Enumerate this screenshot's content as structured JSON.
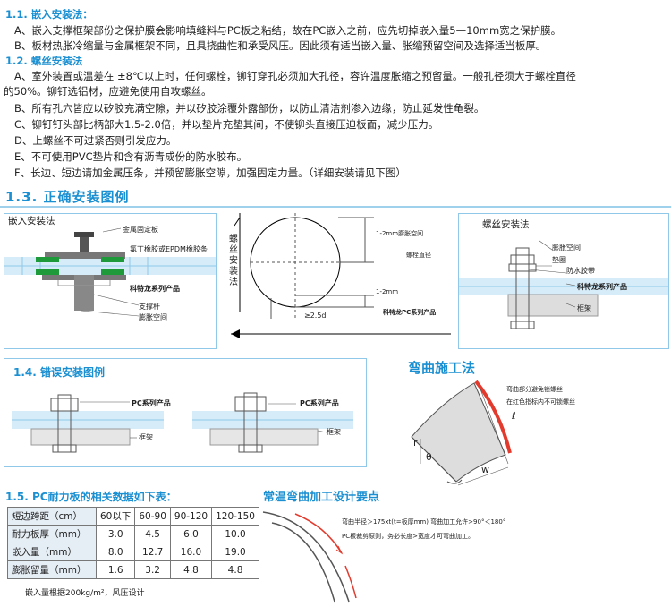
{
  "section1": {
    "heading1": "1.1. 嵌入安装法：",
    "lines1": [
      "A、嵌入支撑框架部份之保护膜会影响填缝料与PC板之粘结，故在PC嵌入之前，应先切掉嵌入量5—10mm宽之保护膜。",
      "B、板材热胀冷缩量与金属框架不同，且具挠曲性和承受风压。因此须有适当嵌入量、胀缩预留空间及选择适当板厚。"
    ],
    "heading2": "1.2. 螺丝安装法",
    "lines2": [
      "A、室外装置或温差在 ±8℃以上时，任何螺栓，铆钉穿孔必须加大孔径，容许温度胀缩之预留量。一般孔径须大于螺栓直径",
      "的50%。铆钉选铝材，应避免使用自攻螺丝。",
      "B、所有孔穴皆应以矽胶充满空隙，并以矽胶涂覆外露部份，以防止清洁剂渗入边缘，防止延发性龟裂。",
      "C、铆钉钉头部比柄部大1.5-2.0倍，并以垫片充垫其间，不使铆头直接压迫板面，减少压力。",
      "D、上螺丝不可过紧否则引发应力。",
      "E、不可使用PVC垫片和含有沥青成份的防水胶布。",
      "F、长边、短边请加金属压条，并预留膨胀空隙，加强固定力量。（详细安装请见下图）"
    ]
  },
  "section13": {
    "title": "1.3. 正确安装图例",
    "left": {
      "title": "嵌入安装法",
      "labels": [
        "金属固定板",
        "氯丁橡胶或EPDM橡胶条",
        "科特龙系列产品",
        "支撑杆",
        "膨胀空间"
      ]
    },
    "middle": {
      "vertical_title": "螺丝安装法",
      "labels": [
        "1-2mm膨胀空间",
        "螺栓直径",
        "1-2mm",
        "≥2.5d",
        "科特龙PC系列产品"
      ]
    },
    "right": {
      "title": "螺丝安装法",
      "labels": [
        "膨胀空间",
        "垫圈",
        "防水胶带",
        "科特龙系列产品",
        "框架"
      ]
    }
  },
  "section14": {
    "title": "1.4. 错误安装图例",
    "labels": [
      "PC系列产品",
      "框架",
      "PC系列产品",
      "框架"
    ]
  },
  "bend": {
    "title": "弯曲施工法",
    "notes": [
      "弯曲部分避免锁螺丝",
      "在红色指标内不可锁螺丝"
    ],
    "symbols": [
      "r",
      "θ",
      "w",
      "ℓ"
    ]
  },
  "section15": {
    "title": "1.5. PC耐力板的相关数据如下表：",
    "table": {
      "header": [
        "短边跨距（cm）",
        "60以下",
        "60-90",
        "90-120",
        "120-150"
      ],
      "rows": [
        [
          "耐力板厚（mm）",
          "3.0",
          "4.5",
          "6.0",
          "10.0"
        ],
        [
          "嵌入量（mm）",
          "8.0",
          "12.7",
          "16.0",
          "19.0"
        ],
        [
          "膨胀留量（mm）",
          "1.6",
          "3.2",
          "4.8",
          "4.8"
        ]
      ]
    },
    "note": "嵌入量根据200kg/m²，风压设计"
  },
  "coldbend": {
    "title": "常温弯曲加工设计要点",
    "notes": [
      "弯曲半径＞175xt(t=板厚mm) 弯曲加工允许>90°＜180°",
      "PC板裁剪原则，务必长度>宽度才可弯曲加工。"
    ]
  },
  "colors": {
    "accent": "#1a8fd1",
    "green": "#1f9a3a",
    "red": "#e23b2e"
  }
}
